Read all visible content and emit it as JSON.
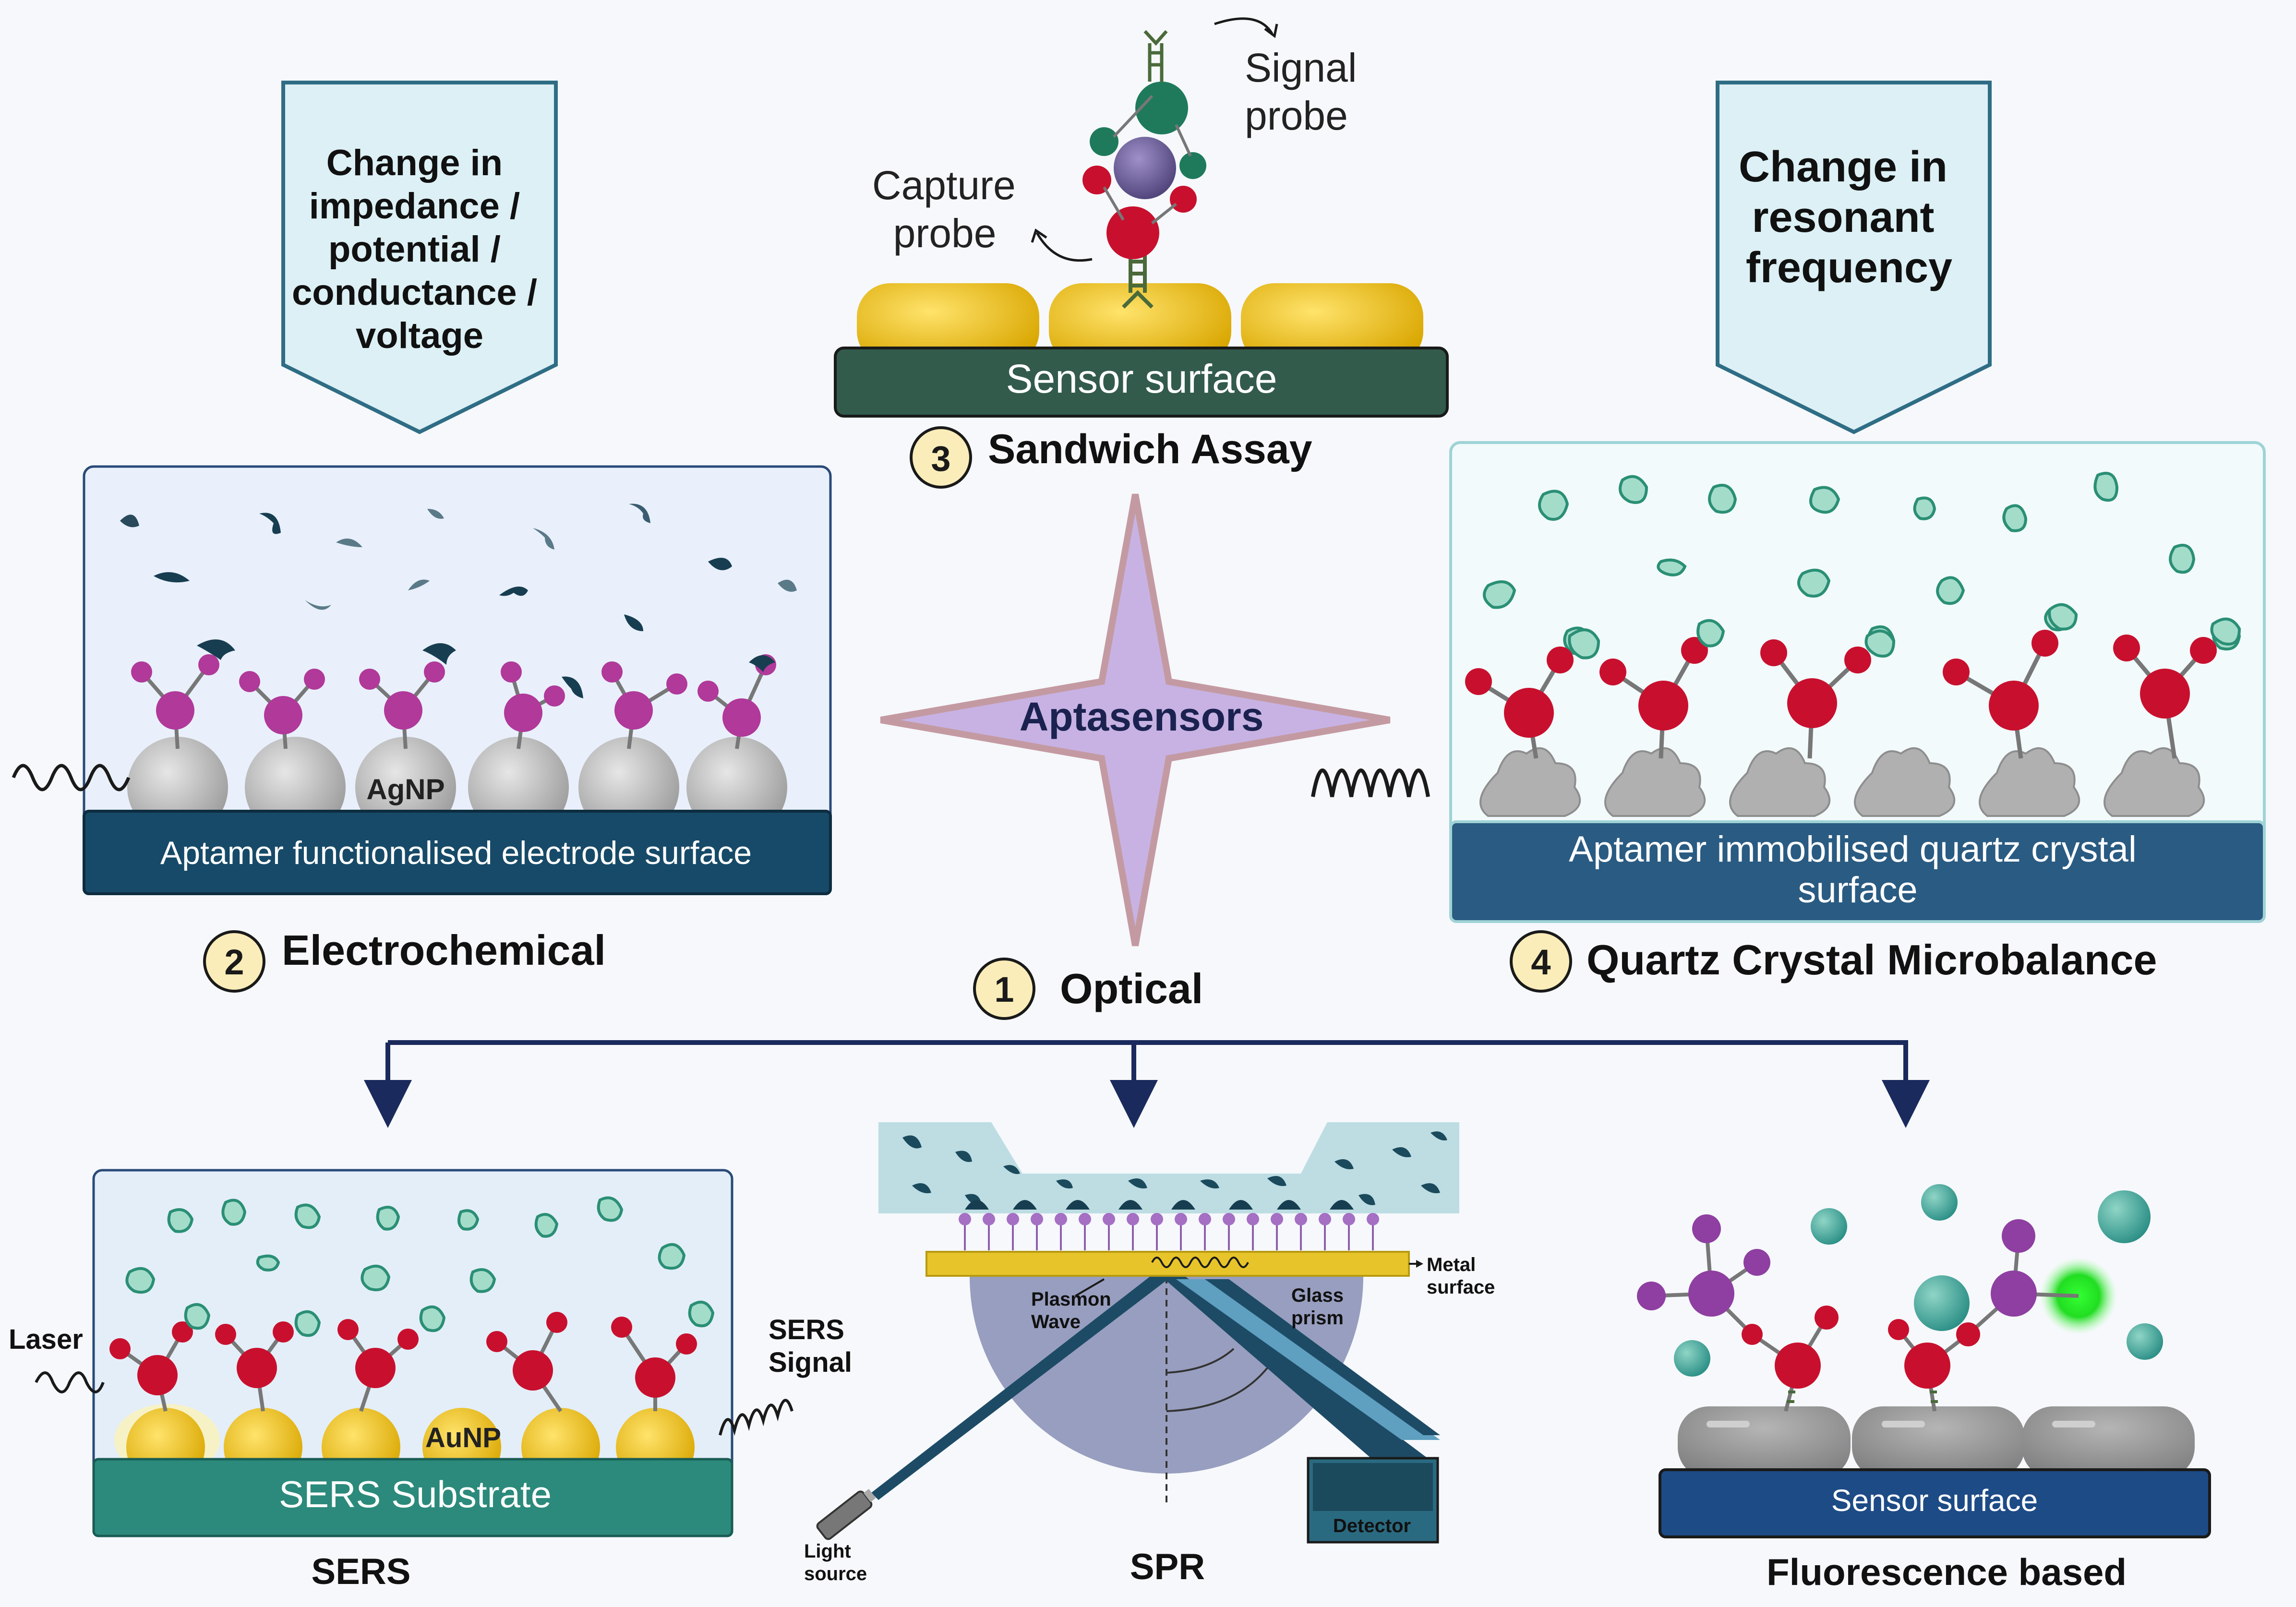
{
  "center": {
    "label": "Aptasensors"
  },
  "callouts": {
    "electro": {
      "lines": [
        "Change in",
        "impedance /",
        "potential /",
        "conductance /",
        "voltage"
      ]
    },
    "qcm": {
      "lines": [
        "Change in",
        "resonant",
        "frequency"
      ]
    }
  },
  "sandwich": {
    "signal_probe": [
      "Signal",
      "probe"
    ],
    "capture_probe": [
      "Capture",
      "probe"
    ],
    "surface_label": "Sensor surface",
    "number": "3",
    "title": "Sandwich Assay"
  },
  "electrochemical": {
    "surface_label": "Aptamer functionalised electrode surface",
    "particle_label": "AgNP",
    "number": "2",
    "title": "Electrochemical"
  },
  "qcm": {
    "surface_lines": [
      "Aptamer immobilised quartz crystal",
      "surface"
    ],
    "number": "4",
    "title": "Quartz Crystal Microbalance"
  },
  "optical": {
    "number": "1",
    "title": "Optical"
  },
  "sers": {
    "laser": "Laser",
    "signal": [
      "SERS",
      "Signal"
    ],
    "particle_label": "AuNP",
    "substrate": "SERS Substrate",
    "title": "SERS"
  },
  "spr": {
    "metal_surface": [
      "Metal",
      "surface"
    ],
    "plasmon_wave": [
      "Plasmon",
      "Wave"
    ],
    "glass_prism": [
      "Glass",
      "prism"
    ],
    "detector": "Detector",
    "light_source": [
      "Light",
      "source"
    ],
    "title": "SPR"
  },
  "fluorescence": {
    "surface_label": "Sensor surface",
    "title": "Fluorescence based"
  },
  "colors": {
    "background": "#f6f8fb",
    "callout_fill": "#dcf0f5",
    "callout_stroke": "#2f6d85",
    "star_fill": "#c7b2e3",
    "star_stroke": "#c49aa2",
    "badge_fill": "#fbedb9",
    "electrode": "#174a68",
    "qcm_surface": "#2a5b82",
    "sandwich_surface": "#325b4c",
    "sers_substrate": "#2b8a7b",
    "fluor_surface": "#1d4b86",
    "aptamer_red": "#c8102e",
    "aptamer_purple": "#8e3fa1",
    "target_teal": "#3da88f",
    "target_navy": "#1b4a5c",
    "arrow_navy": "#1b2a5c"
  }
}
